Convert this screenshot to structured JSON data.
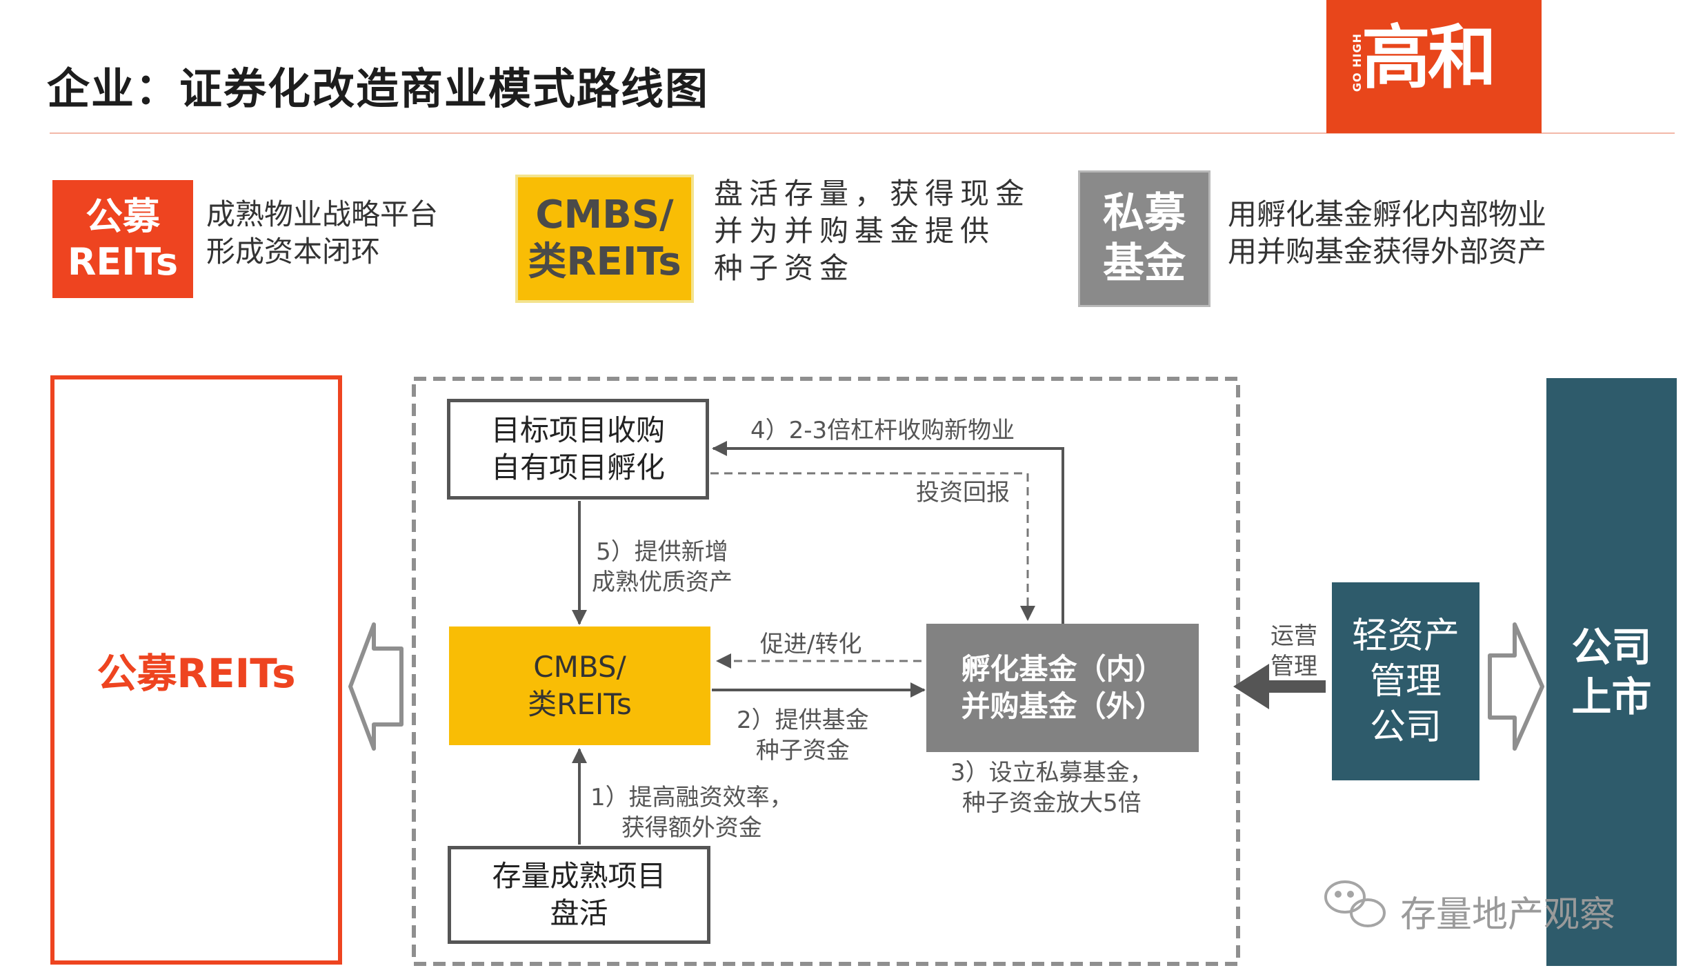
{
  "page": {
    "title": "企业：证券化改造商业模式路线图"
  },
  "logo": {
    "side_text": "GO HIGH",
    "main_text": "高和",
    "brand_color": "#e8461b"
  },
  "legend": [
    {
      "tag": "公募\nREITs",
      "desc": "成熟物业战略平台\n形成资本闭环",
      "color": "#ee4420"
    },
    {
      "tag": "CMBS/\n类REITs",
      "desc": "盘活存量，获得现金\n并为并购基金提供\n种子资金",
      "color": "#f9bd05"
    },
    {
      "tag": "私募\n基金",
      "desc": "用孵化基金孵化内部物业\n用并购基金获得外部资产",
      "color": "#8a8a8a"
    }
  ],
  "diagram": {
    "reits_box_label": "公募REITs",
    "nodes": {
      "target": "目标项目收购\n自有项目孵化",
      "cmbs": "CMBS/\n类REITs",
      "fund": "孵化基金（内）\n并购基金（外）",
      "stock": "存量成熟项目\n盘活",
      "light_asset": "轻资产\n管理\n公司",
      "listed": "公司\n上市"
    },
    "labels": {
      "step4": "4）2-3倍杠杆收购新物业",
      "invest_return": "投资回报",
      "step5": "5）提供新增\n成熟优质资产",
      "promote": "促进/转化",
      "step2": "2）提供基金\n种子资金",
      "step3": "3）设立私募基金，\n种子资金放大5倍",
      "step1": "1）提高融资效率，\n获得额外资金",
      "operate": "运营\n管理"
    },
    "colors": {
      "orange": "#ee4420",
      "yellow": "#f9bd05",
      "gray": "#828282",
      "teal": "#2e5b6b"
    }
  },
  "watermark": {
    "text": "存量地产观察"
  }
}
